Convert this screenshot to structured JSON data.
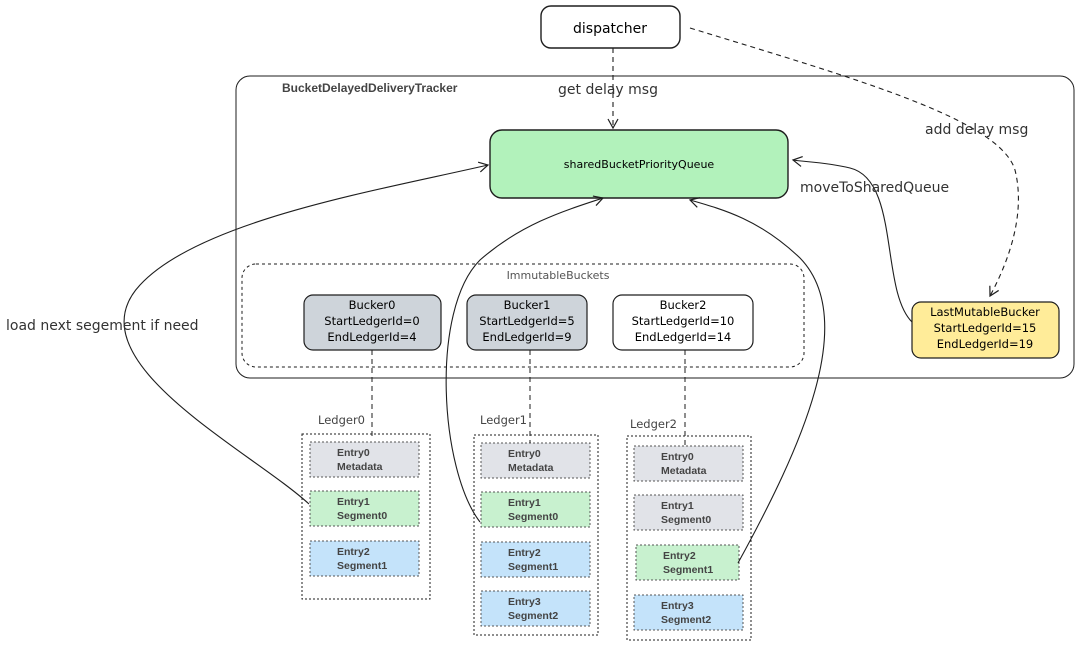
{
  "tracker_label": "BucketDelayedDeliveryTracker",
  "dispatcher_label": "dispatcher",
  "queue_label": "sharedBucketPriorityQueue",
  "immutable_label": "ImmutableBuckets",
  "edges": {
    "get_delay": "get delay msg",
    "add_delay": "add delay msg",
    "move_to_shared": "moveToSharedQueue",
    "load_next": "load next segement if need"
  },
  "buckets": [
    {
      "name": "Bucker0",
      "start": "StartLedgerId=0",
      "end": "EndLedgerId=4"
    },
    {
      "name": "Bucker1",
      "start": "StartLedgerId=5",
      "end": "EndLedgerId=9"
    },
    {
      "name": "Bucker2",
      "start": "StartLedgerId=10",
      "end": "EndLedgerId=14"
    }
  ],
  "last_bucket": {
    "name": "LastMutableBucker",
    "start": "StartLedgerId=15",
    "end": "EndLedgerId=19"
  },
  "ledgers": [
    {
      "name": "Ledger0",
      "entries": [
        {
          "line1": "Entry0",
          "line2": "Metadata"
        },
        {
          "line1": "Entry1",
          "line2": "Segment0"
        },
        {
          "line1": "Entry2",
          "line2": "Segment1"
        }
      ]
    },
    {
      "name": "Ledger1",
      "entries": [
        {
          "line1": "Entry0",
          "line2": "Metadata"
        },
        {
          "line1": "Entry1",
          "line2": "Segment0"
        },
        {
          "line1": "Entry2",
          "line2": "Segment1"
        },
        {
          "line1": "Entry3",
          "line2": "Segment2"
        }
      ]
    },
    {
      "name": "Ledger2",
      "entries": [
        {
          "line1": "Entry0",
          "line2": "Metadata"
        },
        {
          "line1": "Entry1",
          "line2": "Segment0"
        },
        {
          "line1": "Entry2",
          "line2": "Segment1"
        },
        {
          "line1": "Entry3",
          "line2": "Segment2"
        }
      ]
    }
  ],
  "colors": {
    "queue_fill": "#b2f2bb",
    "bucket_gray": "#ced4da",
    "bucket_white": "#ffffff",
    "last_bucket": "#ffec99",
    "metadata": "#e1e3e8",
    "segment_green": "#c8f1cf",
    "segment_blue": "#c4e3fa",
    "stroke": "#1e1e1e"
  }
}
